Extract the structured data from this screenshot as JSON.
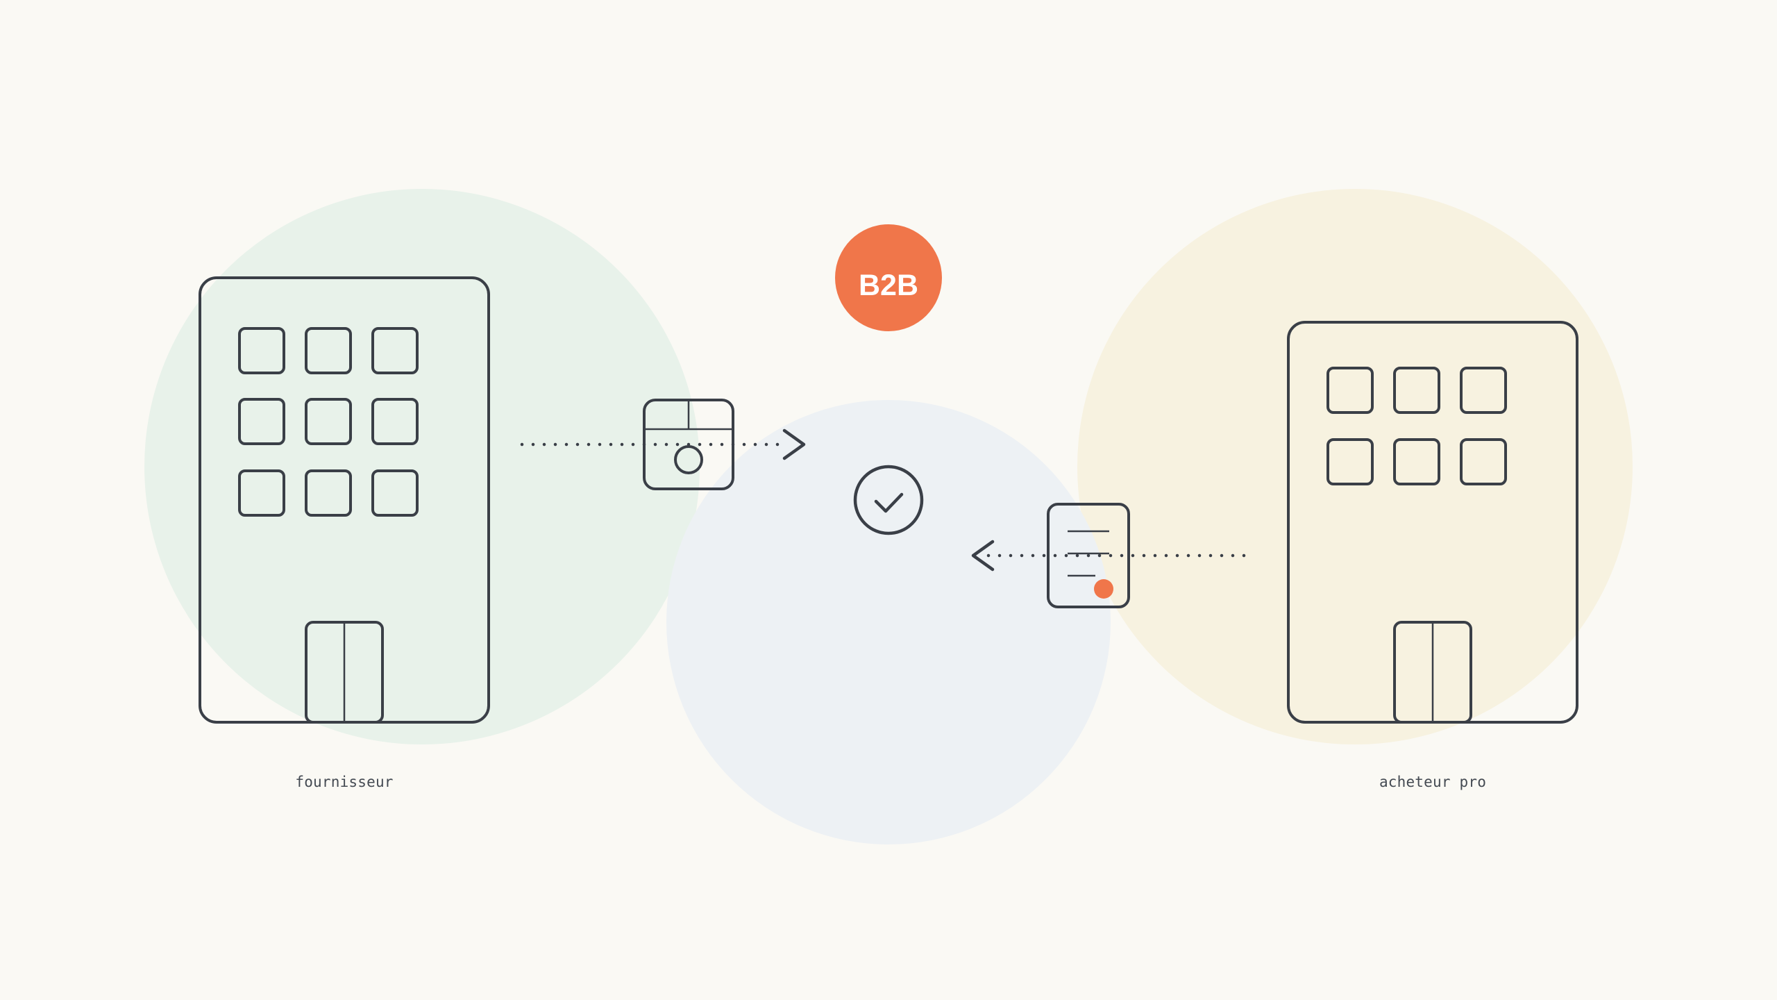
{
  "diagram": {
    "badge": {
      "text": "B2B",
      "color": "#f0764a"
    },
    "left_node": {
      "label": "fournisseur",
      "icon": "office-building-icon",
      "bg_color": "#e8f2ea"
    },
    "right_node": {
      "label": "acheteur pro",
      "icon": "office-building-icon",
      "bg_color": "#f7f2e0"
    },
    "center_node": {
      "icon": "checkmark-circle-icon",
      "bg_color": "#edf1f4"
    },
    "flow_to_center": {
      "icon": "package-icon",
      "direction": "left-to-right"
    },
    "flow_to_center_from_right": {
      "icon": "invoice-document-icon",
      "direction": "right-to-left"
    },
    "colors": {
      "stroke": "#3a3f47",
      "accent": "#f0764a",
      "background": "#faf9f4"
    }
  }
}
